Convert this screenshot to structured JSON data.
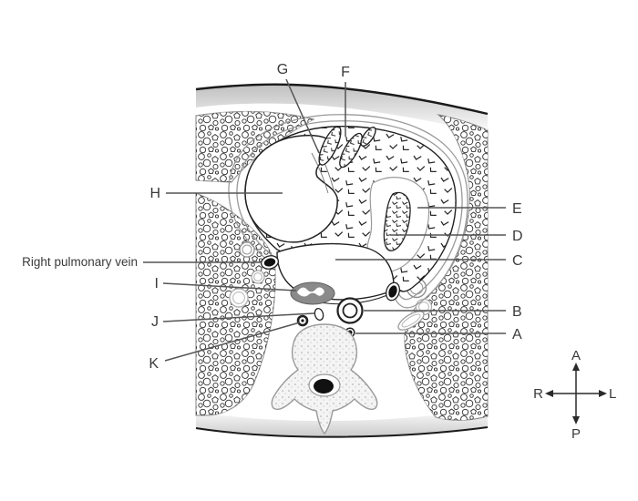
{
  "labels": {
    "g": "G",
    "f": "F",
    "h": "H",
    "right_pulmonary_vein": "Right pulmonary vein",
    "i": "I",
    "j": "J",
    "k": "K",
    "e": "E",
    "d": "D",
    "c": "C",
    "b": "B",
    "a": "A"
  },
  "compass": {
    "anterior": "A",
    "posterior": "P",
    "right": "R",
    "left": "L"
  },
  "colors": {
    "outline": "#1a1a1a",
    "soft_outline": "#9a9a9a",
    "leader_line": "#555555",
    "label_text": "#3a3a3a",
    "esophagus_fill": "#8a8a8a",
    "vessel_fill": "#111111",
    "chest_wall_shade": "#c9c9c9",
    "background": "#ffffff"
  }
}
